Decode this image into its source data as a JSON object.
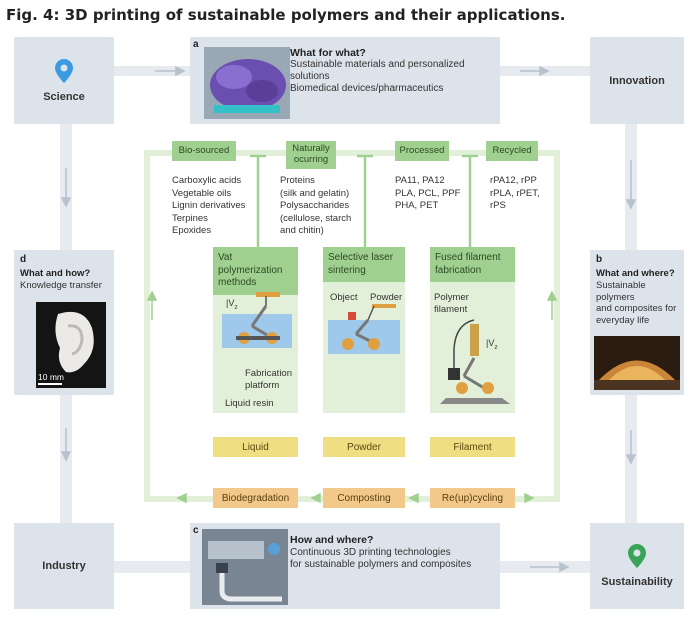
{
  "figure": {
    "title": "Fig. 4: 3D printing of sustainable polymers and their applications."
  },
  "corners": {
    "science": "Science",
    "innovation": "Innovation",
    "industry": "Industry",
    "sustainability": "Sustainability"
  },
  "panel_a": {
    "letter": "a",
    "title": "What for what?",
    "text": "Sustainable materials and personalized solutions\nBiomedical devices/pharmaceutics"
  },
  "panel_b": {
    "letter": "b",
    "title": "What and where?",
    "text": "Sustainable\npolymers\nand composites for\neveryday life"
  },
  "panel_c": {
    "letter": "c",
    "title": "How and where?",
    "text": "Continuous 3D printing technologies\nfor sustainable polymers and composites"
  },
  "panel_d": {
    "letter": "d",
    "title": "What and how?",
    "text": "Knowledge transfer",
    "scale": "10 mm"
  },
  "sources": [
    {
      "tag": "Bio-sourced",
      "items": "Carboxylic acids\nVegetable oils\nLignin derivatives\nTerpines\nEpoxides"
    },
    {
      "tag": "Naturally\nocurring",
      "items": "Proteins\n(silk and gelatin)\nPolysaccharides\n(cellulose, starch\nand chitin)"
    },
    {
      "tag": "Processed",
      "items": "PA11, PA12\nPLA, PCL, PPF\nPHA, PET"
    },
    {
      "tag": "Recycled",
      "items": "rPA12, rPP\nrPLA, rPET,\nrPS"
    }
  ],
  "methods": [
    {
      "name": "Vat\npolymerization\nmethods",
      "labels": [
        "Fabrication\nplatform",
        "Liquid resin"
      ],
      "sym": "|V",
      "sub": "z",
      "feed": "Liquid"
    },
    {
      "name": "Selective laser\nsintering",
      "labels": [
        "Object",
        "Powder"
      ],
      "feed": "Powder"
    },
    {
      "name": "Fused filament\nfabrication",
      "labels": [
        "Polymer\nfilament"
      ],
      "sym": "|V",
      "sub": "z",
      "feed": "Filament"
    }
  ],
  "endoflife": [
    "Biodegradation",
    "Composting",
    "Re(up)cycling"
  ],
  "colors": {
    "panel": "#dde3ea",
    "green_light": "#e2f0d9",
    "green_tag": "#9fd08f",
    "yellow": "#f0df82",
    "orange": "#f2c98a",
    "pin_blue": "#3b9be0",
    "pin_green": "#3aa35a"
  }
}
